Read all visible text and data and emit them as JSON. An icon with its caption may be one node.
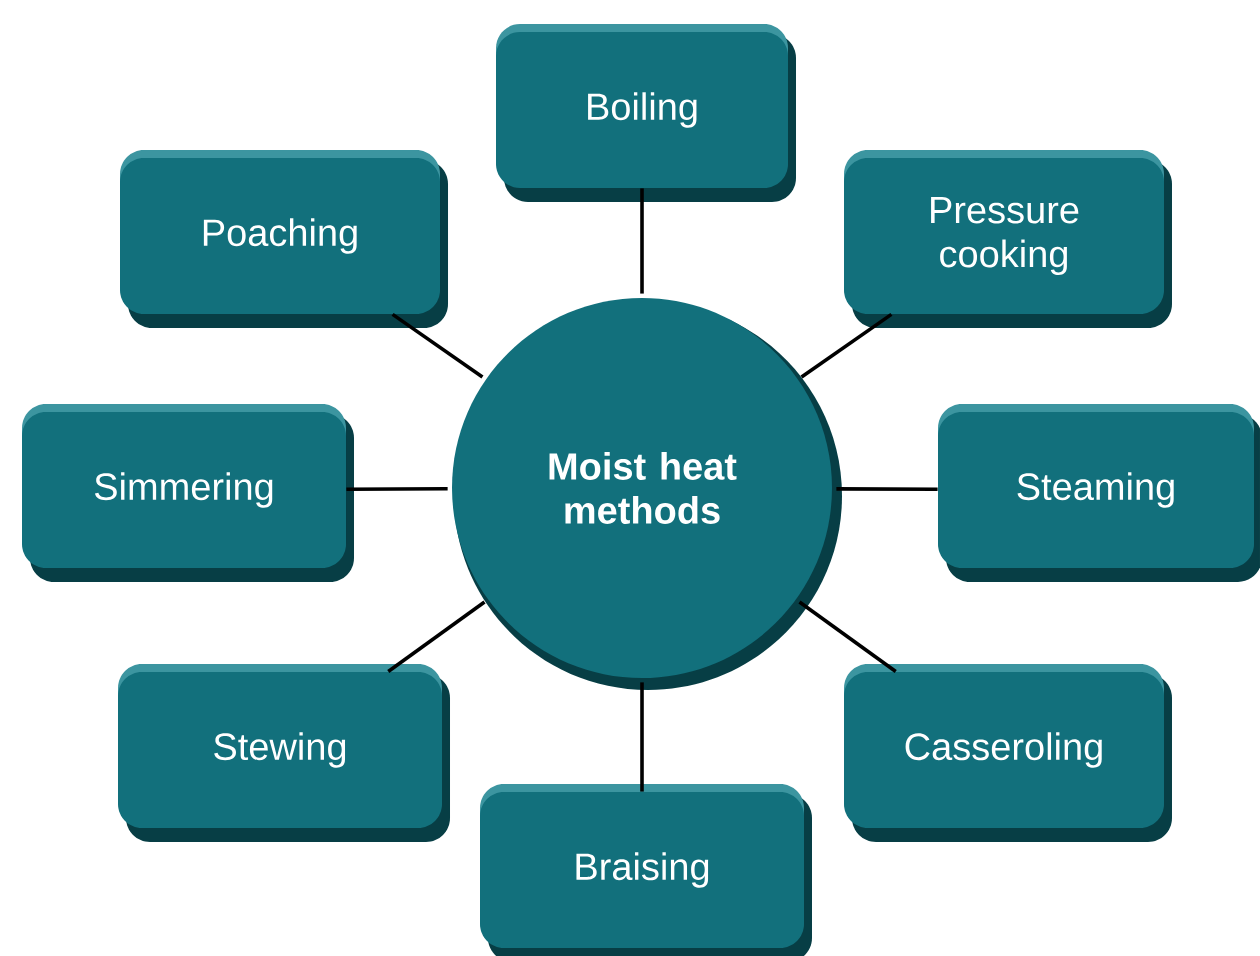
{
  "diagram": {
    "nodes": [
      {
        "text": [
          "Moist heat methods"
        ]
      },
      {
        "text": [
          "Boiling"
        ]
      },
      {
        "text": [
          "Poaching"
        ]
      },
      {
        "text": [
          "Pressure cooking"
        ]
      },
      {
        "text": [
          "Simmering"
        ]
      },
      {
        "text": [
          "Steaming"
        ]
      },
      {
        "text": [
          "Stewing"
        ]
      },
      {
        "text": [
          "Casseroling"
        ]
      },
      {
        "text": [
          "Braising"
        ]
      }
    ],
    "edges": [
      {
        "from": 0,
        "to": 1,
        "arrow": "none"
      },
      {
        "from": 0,
        "to": 2,
        "arrow": "none"
      },
      {
        "from": 0,
        "to": 3,
        "arrow": "none"
      },
      {
        "from": 0,
        "to": 4,
        "arrow": "none"
      },
      {
        "from": 0,
        "to": 5,
        "arrow": "none"
      },
      {
        "from": 0,
        "to": 6,
        "arrow": "none"
      },
      {
        "from": 0,
        "to": 7,
        "arrow": "none"
      },
      {
        "from": 0,
        "to": 8,
        "arrow": "none"
      }
    ]
  }
}
